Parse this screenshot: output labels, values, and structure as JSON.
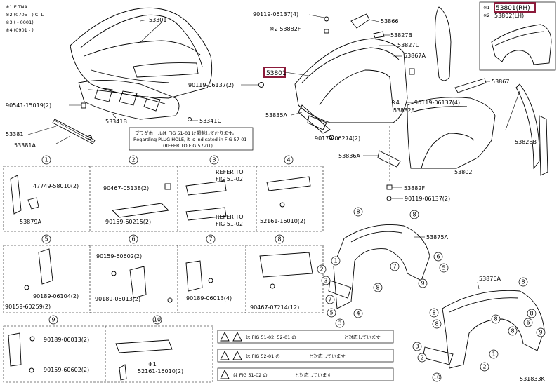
{
  "legend_top_left": [
    "※1 E TNA",
    "※2 (0705 -   ) C. L",
    "※3 (      - 0001)",
    "※4 (0901 -   )"
  ],
  "legend_top_right": [
    "※1",
    "※2"
  ],
  "labels": {
    "p53301": "53301",
    "p90119a": "90119-06137(4)",
    "p53882F_top": "※2 53882F",
    "p53866": "53866",
    "p53827B": "53827B",
    "p53827L": "53827L",
    "p53867A": "53867A",
    "p53801_main": "53801",
    "p90119b": "90119-06137(2)",
    "p90119c": "90119-06137(4)",
    "p53882F_mid": "53882F",
    "p53835A": "53835A",
    "p90179": "90179-06274(2)",
    "p53341C": "53341C",
    "p53341B": "53341B",
    "p90541": "90541-15019(2)",
    "p53381": "53381",
    "p53381A": "53381A",
    "p53836A": "53836A",
    "p53802": "53802",
    "p53882F_bot": "53882F",
    "p90119d": "90119-06137(2)",
    "p53828B": "53828B",
    "p53867": "53867",
    "p53801_rh": "53801(RH)",
    "p53802_lh": "53802(LH)",
    "p53875A": "53875A",
    "p53876A": "53876A",
    "code": "531833K",
    "s1_a": "47749-58010(2)",
    "s1_b": "53879A",
    "s2_a": "90467-05138(2)",
    "s2_b": "90159-60215(2)",
    "s3_a": "REFER TO",
    "s3_b": "FIG 51-02",
    "s3_c": "REFER TO",
    "s3_d": "FIG 51-02",
    "s4_a": "52161-16010(2)",
    "s5_a": "90189-06104(2)",
    "s5_b": "90159-60259(2)",
    "s6_a": "90159-60602(2)",
    "s6_b": "90189-06013(2)",
    "s7_a": "90189-06013(4)",
    "s8_a": "90467-07214(12)",
    "s9_a": "90189-06013(2)",
    "s9_b": "90159-60602(2)",
    "s10_a": "※1",
    "s10_b": "52161-16010(2)",
    "note_l1": "プラグホールは FIG 51-01 に掲載しております。",
    "note_l2": "Regarding PLUG HOLE, it is indicated in FIG 57-01",
    "note_l3": "(REFER TO FIG 57-01)",
    "n1": "は FIG 51-02, 52-01 の",
    "n1b": "と対応しています",
    "n2": "は FIG 52-01 の",
    "n2b": "と対応しています",
    "n3": "は FIG 51-02 の",
    "n3b": "と対応しています"
  },
  "section_numbers": [
    "1",
    "2",
    "3",
    "4",
    "5",
    "6",
    "7",
    "8",
    "9",
    "10"
  ]
}
